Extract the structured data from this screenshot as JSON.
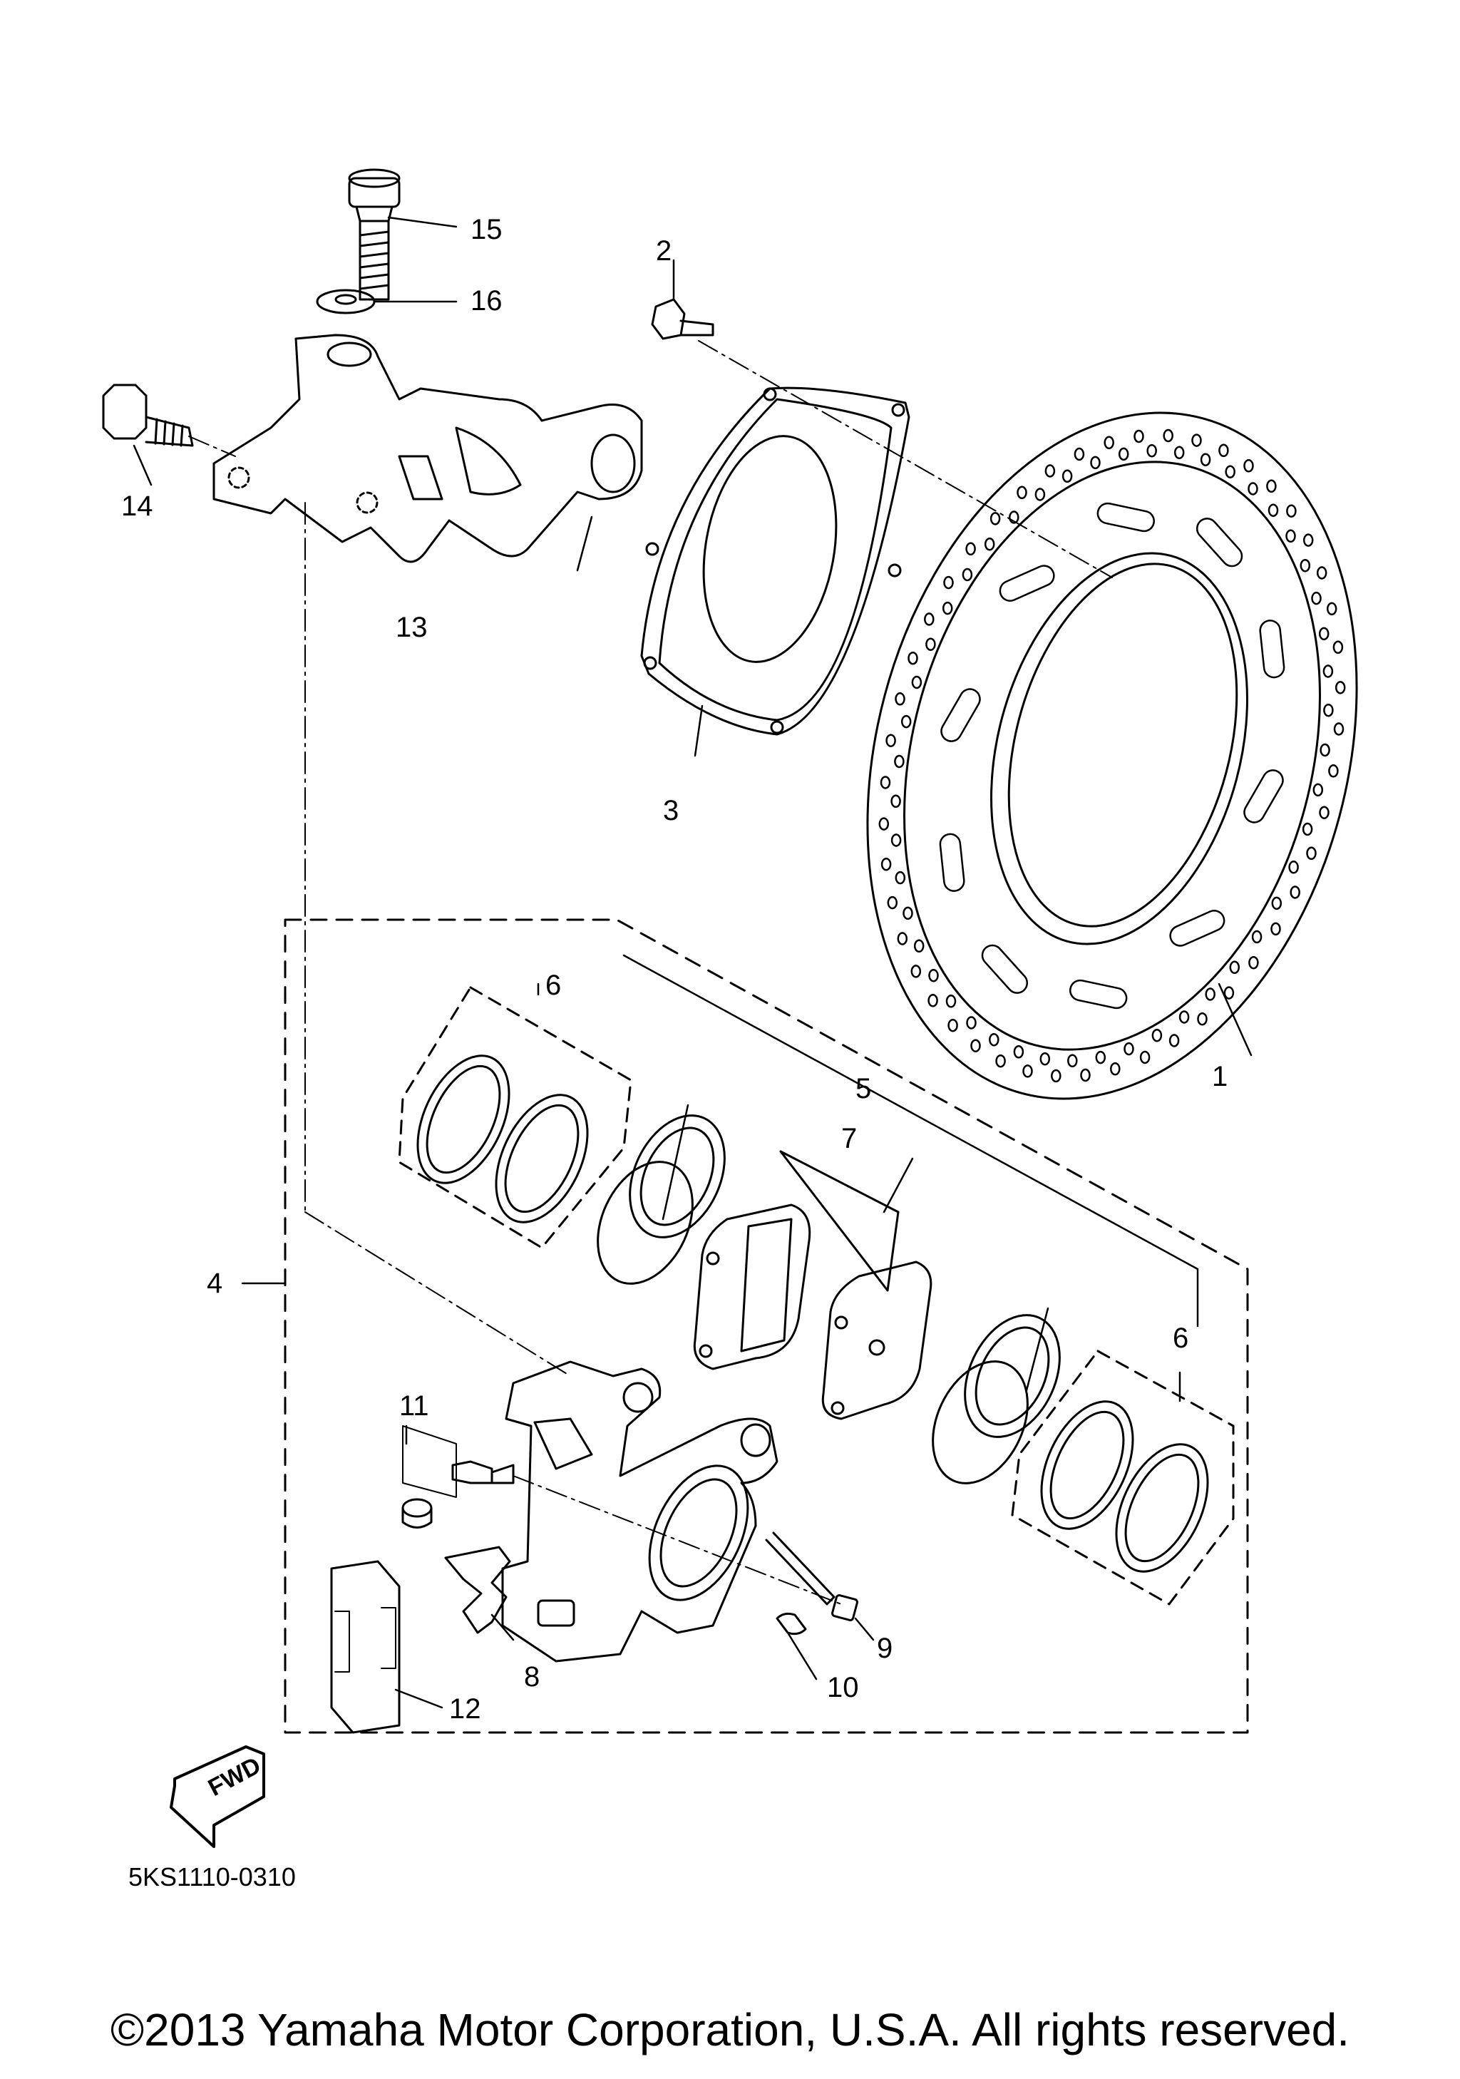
{
  "diagram_code": "5KS1110-0310",
  "copyright": "©2013 Yamaha Motor Corporation, U.S.A. All rights reserved.",
  "fwd_label": "FWD",
  "callouts": [
    "1",
    "2",
    "3",
    "4",
    "5",
    "6",
    "6",
    "7",
    "8",
    "9",
    "10",
    "11",
    "12",
    "13",
    "14",
    "15",
    "16"
  ]
}
